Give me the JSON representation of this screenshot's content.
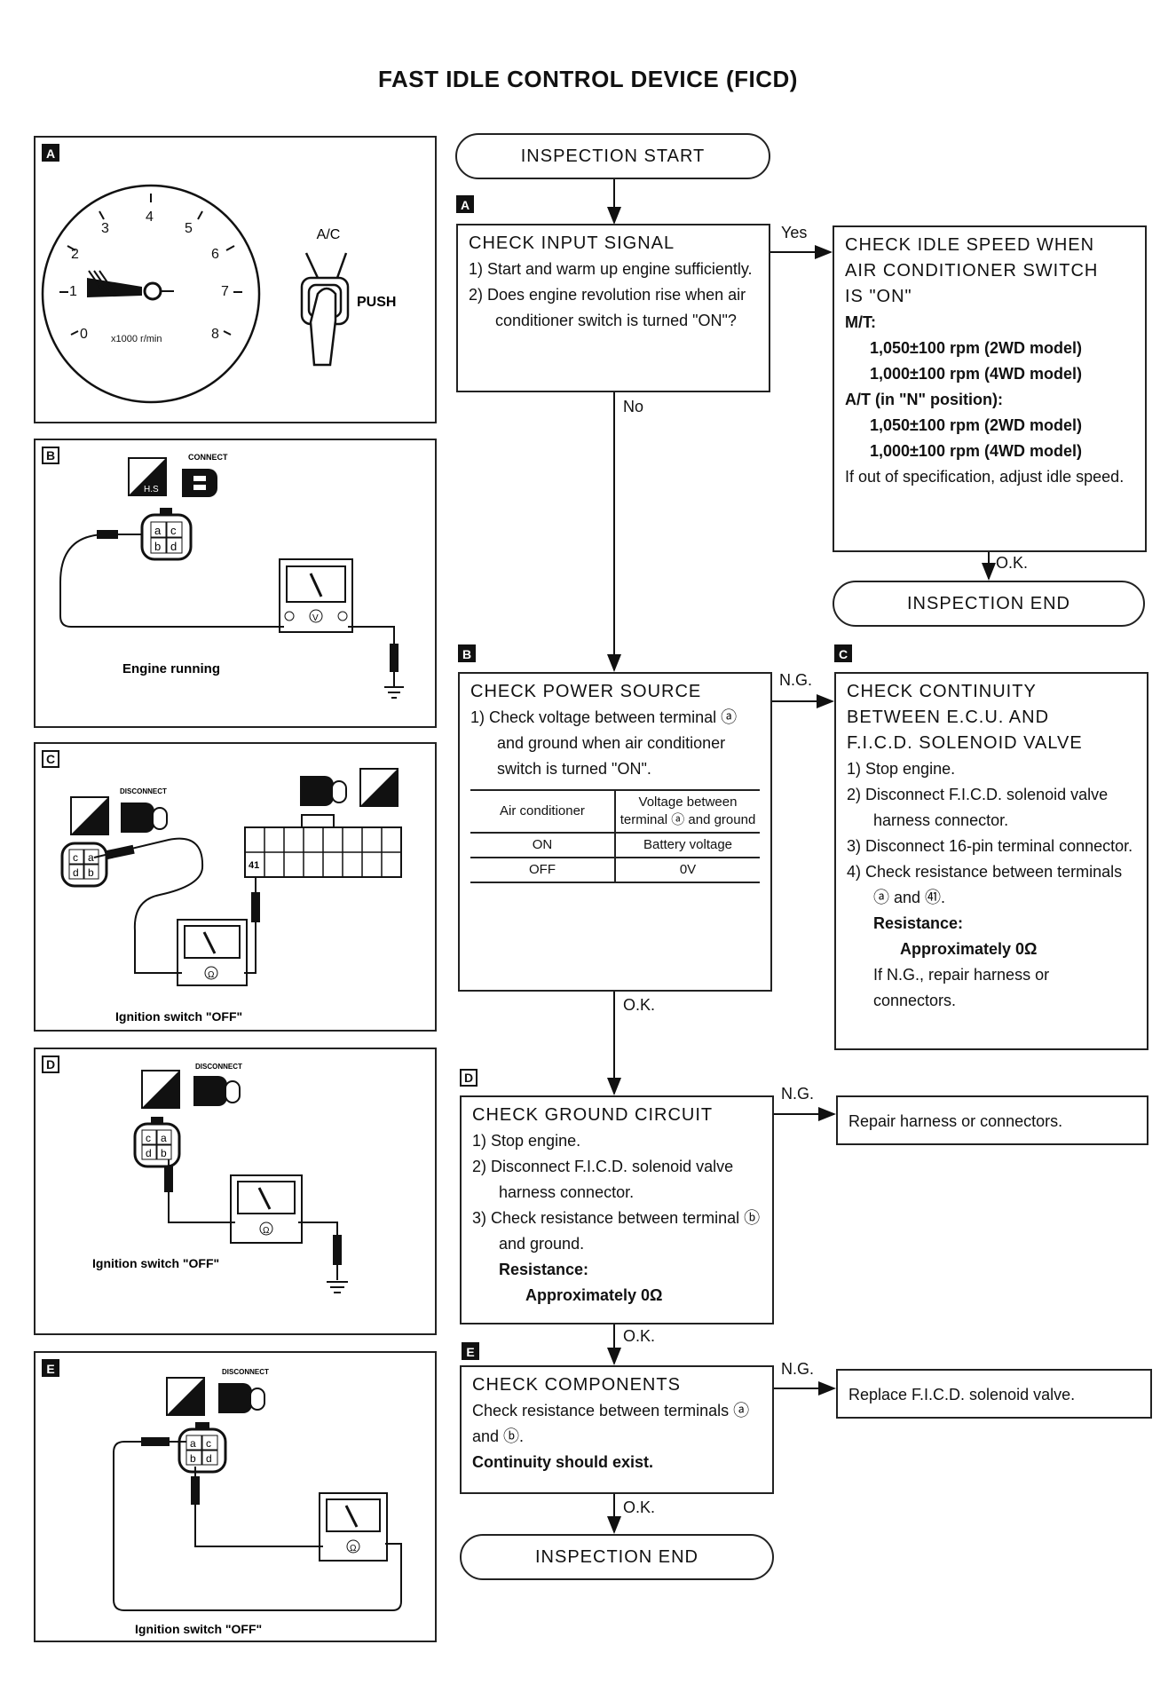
{
  "title": "FAST IDLE CONTROL DEVICE (FICD)",
  "panels": {
    "A": {
      "tag": "A",
      "ac_label": "A/C",
      "push_label": "PUSH",
      "scale_label": "x1000 r/min",
      "dial_numbers": [
        "0",
        "1",
        "2",
        "3",
        "4",
        "5",
        "6",
        "7",
        "8"
      ]
    },
    "B": {
      "tag": "B",
      "connect_label": "CONNECT",
      "hs_label": "H.S",
      "pins": [
        "a",
        "c",
        "b",
        "d"
      ],
      "caption": "Engine running"
    },
    "C": {
      "tag": "C",
      "disconnect_label": "DISCONNECT",
      "pins": [
        "c",
        "a",
        "d",
        "b"
      ],
      "terminal": "41",
      "caption": "Ignition switch \"OFF\""
    },
    "D": {
      "tag": "D",
      "disconnect_label": "DISCONNECT",
      "pins": [
        "c",
        "a",
        "d",
        "b"
      ],
      "caption": "Ignition switch \"OFF\""
    },
    "E": {
      "tag": "E",
      "disconnect_label": "DISCONNECT",
      "pins": [
        "a",
        "c",
        "b",
        "d"
      ],
      "caption": "Ignition switch \"OFF\""
    }
  },
  "flow": {
    "start": "INSPECTION START",
    "stepA": {
      "tag": "A",
      "heading": "CHECK INPUT SIGNAL",
      "items": [
        "1) Start and warm up engine sufficiently.",
        "2) Does engine revolution rise when air conditioner switch is turned \"ON\"?"
      ]
    },
    "idle": {
      "heading1": "CHECK IDLE SPEED WHEN",
      "heading2": "AIR CONDITIONER SWITCH",
      "heading3": "IS \"ON\"",
      "mt": "M/T:",
      "mt1": "1,050±100 rpm (2WD model)",
      "mt2": "1,000±100 rpm (4WD model)",
      "at": "A/T (in \"N\" position):",
      "at1": "1,050±100 rpm (2WD model)",
      "at2": "1,000±100 rpm (4WD model)",
      "note": "If out of specification, adjust idle speed."
    },
    "end1": "INSPECTION END",
    "stepB": {
      "tag": "B",
      "heading": "CHECK POWER SOURCE",
      "item": "1) Check voltage between terminal ⓐ and ground when air conditioner switch is turned \"ON\".",
      "table": {
        "h1": "Air conditioner",
        "h2": "Voltage between terminal ⓐ and ground",
        "r1c1": "ON",
        "r1c2": "Battery voltage",
        "r2c1": "OFF",
        "r2c2": "0V"
      }
    },
    "stepC": {
      "tag": "C",
      "heading1": "CHECK CONTINUITY",
      "heading2": "BETWEEN E.C.U. AND",
      "heading3": "F.I.C.D. SOLENOID VALVE",
      "i1": "1) Stop engine.",
      "i2": "2) Disconnect F.I.C.D. solenoid valve harness connector.",
      "i3": "3) Disconnect 16-pin terminal connector.",
      "i4": "4) Check resistance between terminals ⓐ and ㊶.",
      "res": "Resistance:",
      "val": "Approximately 0Ω",
      "note": "If N.G., repair harness or connectors."
    },
    "stepD": {
      "tag": "D",
      "heading": "CHECK GROUND CIRCUIT",
      "i1": "1) Stop engine.",
      "i2": "2) Disconnect F.I.C.D. solenoid valve harness connector.",
      "i3": "3) Check resistance between terminal ⓑ and ground.",
      "res": "Resistance:",
      "val": "Approximately 0Ω"
    },
    "repair": "Repair harness or connectors.",
    "stepE": {
      "tag": "E",
      "heading": "CHECK COMPONENTS",
      "l1": "Check resistance between terminals ⓐ and ⓑ.",
      "l2": "Continuity should exist."
    },
    "replace": "Replace F.I.C.D. solenoid valve.",
    "end2": "INSPECTION END",
    "labels": {
      "yes": "Yes",
      "no": "No",
      "ok": "O.K.",
      "ng": "N.G."
    }
  }
}
